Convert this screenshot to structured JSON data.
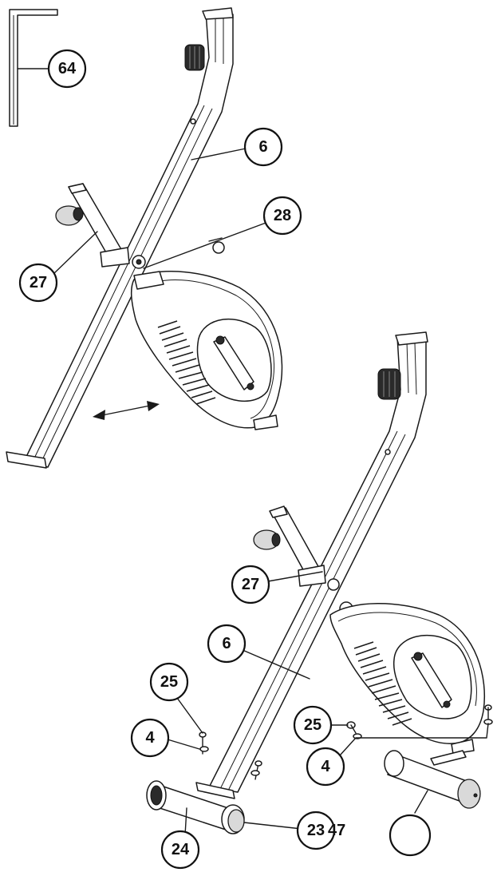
{
  "callouts": {
    "hex_key": "64",
    "frame_top": "6",
    "pin": "28",
    "seat_post_top": "27",
    "seat_post_bottom": "27",
    "frame_bottom": "6",
    "bolt_left": "25",
    "washer_left": "4",
    "bolt_right": "25",
    "washer_right": "4",
    "rear_stabilizer": "24",
    "end_cap": "23",
    "front_stabilizer": ""
  },
  "free_labels": {
    "part_47": "47"
  },
  "colors": {
    "line": "#1a1a1a",
    "background": "#ffffff"
  }
}
